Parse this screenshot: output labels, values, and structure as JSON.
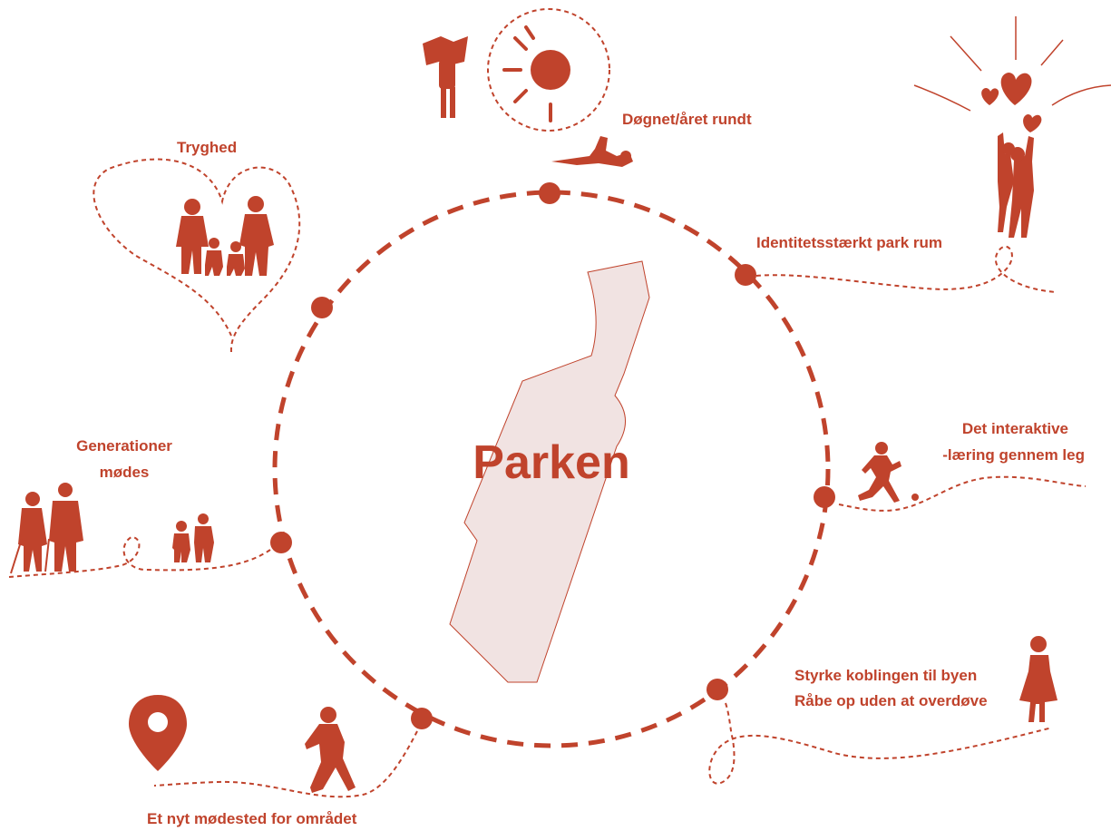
{
  "colors": {
    "accent": "#c0432c",
    "park_fill": "#f1e3e2",
    "park_stroke": "#c0432c"
  },
  "center": {
    "title": "Parken"
  },
  "labels": {
    "dognet": "Døgnet/året rundt",
    "tryghed": "Tryghed",
    "identitet": "Identitetsstærkt park rum",
    "interaktive_1": "Det interaktive",
    "interaktive_2": "-læring gennem leg",
    "generationer_1": "Generationer",
    "generationer_2": "mødes",
    "styrke_1": "Styrke koblingen til byen",
    "styrke_2": "Råbe op uden at overdøve",
    "modested": "Et nyt mødested for området"
  },
  "icons": [
    "sun-icon",
    "map-reader-icon",
    "sunbather-icon",
    "family-icon",
    "heart-icon",
    "cheering-couple-icon",
    "elderly-couple-icon",
    "children-icon",
    "running-child-icon",
    "ball-icon",
    "location-pin-icon",
    "walking-woman-icon",
    "girl-icon"
  ]
}
